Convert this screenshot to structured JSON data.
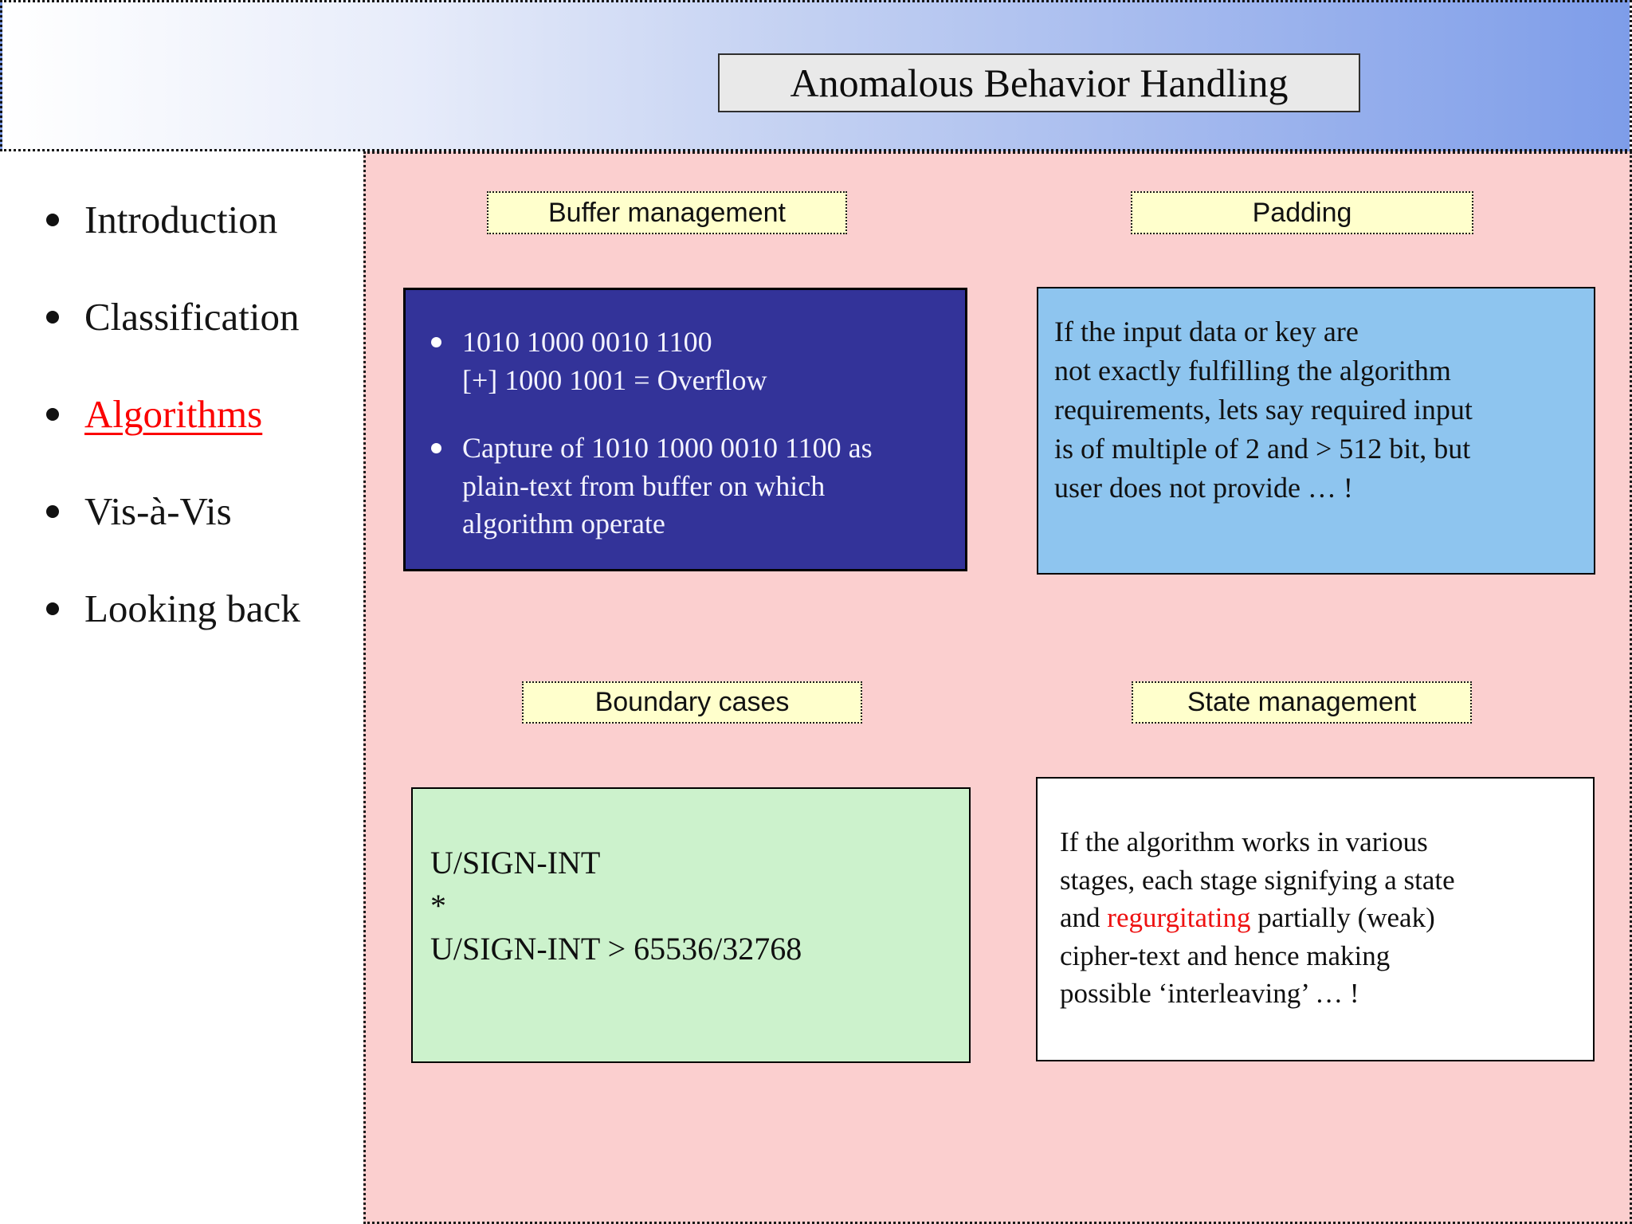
{
  "slide": {
    "title": "Anomalous Behavior Handling"
  },
  "sidebar": {
    "items": [
      {
        "label": "Introduction",
        "active": false
      },
      {
        "label": "Classification",
        "active": false
      },
      {
        "label": "Algorithms",
        "active": true
      },
      {
        "label": "Vis-à-Vis",
        "active": false
      },
      {
        "label": "Looking back",
        "active": false
      }
    ]
  },
  "sections": {
    "buffer_management": {
      "label": "Buffer management",
      "bullets": [
        "1010 1000 0010 1100\n[+] 1000 1001 = Overflow",
        "Capture of 1010 1000 0010 1100 as\nplain-text from buffer on which\nalgorithm operate"
      ]
    },
    "padding": {
      "label": "Padding",
      "text": "If the input data or key are\nnot exactly fulfilling the algorithm\nrequirements, lets say required input\nis of multiple of 2 and > 512 bit, but\nuser does not provide … !"
    },
    "boundary_cases": {
      "label": "Boundary cases",
      "text": "U/SIGN-INT\n*\nU/SIGN-INT > 65536/32768"
    },
    "state_management": {
      "label": "State management",
      "text_before": "If the algorithm works in various\nstages, each stage signifying a state\nand ",
      "highlight": "regurgitating",
      "text_after": " partially (weak)\ncipher-text and hence making\npossible ‘interleaving’ … !"
    }
  },
  "colors": {
    "banner_gradient_end": "#7e9de9",
    "title_box_background": "#e9e9e9",
    "main_background": "#fbcfcf",
    "label_background": "#ffffcc",
    "buffer_box_background": "#333399",
    "padding_box_background": "#8ec5ef",
    "boundary_box_background": "#ccf2cc",
    "state_box_background": "#ffffff",
    "active_nav_color": "#fb0000",
    "highlight_color": "#ee1111"
  }
}
